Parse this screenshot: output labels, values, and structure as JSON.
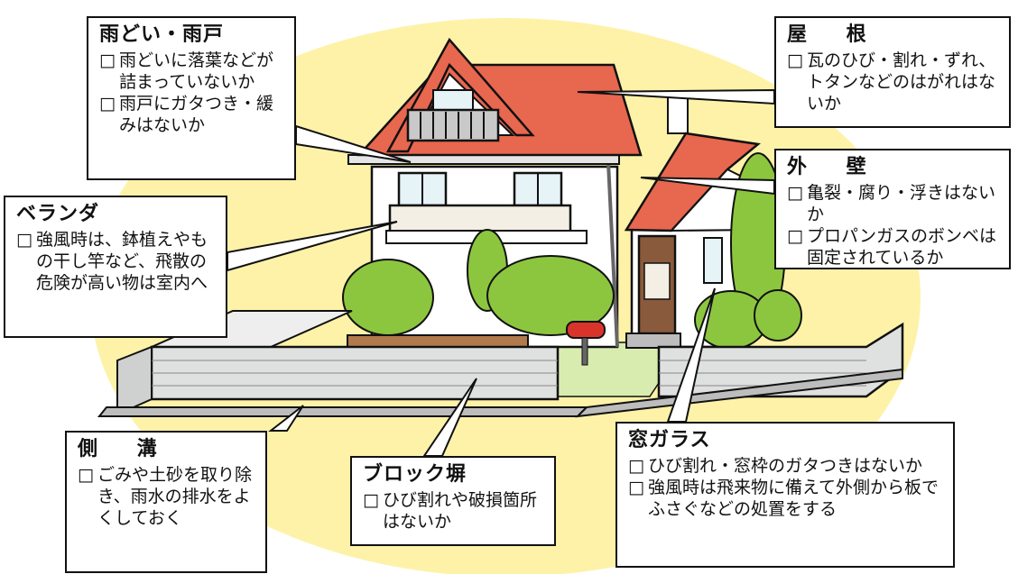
{
  "callouts": {
    "amadoi": {
      "title": "雨どい・雨戸",
      "items": [
        "雨どいに落葉などが詰まっていないか",
        "雨戸にガタつき・緩みはないか"
      ]
    },
    "yane": {
      "title": "屋 根",
      "items": [
        "瓦のひび・割れ・ずれ、トタンなどのはがれはないか"
      ]
    },
    "veranda": {
      "title": "ベランダ",
      "items": [
        "強風時は、鉢植えやもの干し竿など、飛散の危険が高い物は室内へ"
      ]
    },
    "gaiheki": {
      "title": "外 壁",
      "items": [
        "亀裂・腐り・浮きはないか",
        "プロパンガスのボンベは固定されているか"
      ]
    },
    "sokko": {
      "title": "側 溝",
      "items": [
        "ごみや土砂を取り除き、雨水の排水をよくしておく"
      ]
    },
    "block": {
      "title": "ブロック塀",
      "items": [
        "ひび割れや破損箇所はないか"
      ]
    },
    "mado": {
      "title": "窓ガラス",
      "items": [
        "ひび割れ・窓枠のガタつきはないか",
        "強風時は飛来物に備えて外側から板でふさぐなどの処置をする"
      ]
    }
  },
  "colors": {
    "backdrop": "#fdf2a8",
    "roof": "#e8674f",
    "wall": "#ffffff",
    "fence": "#dfe0e0",
    "foliage": "#8cc63f",
    "door": "#8a5a3c",
    "mailbox": "#d9342b",
    "outline": "#111111"
  }
}
